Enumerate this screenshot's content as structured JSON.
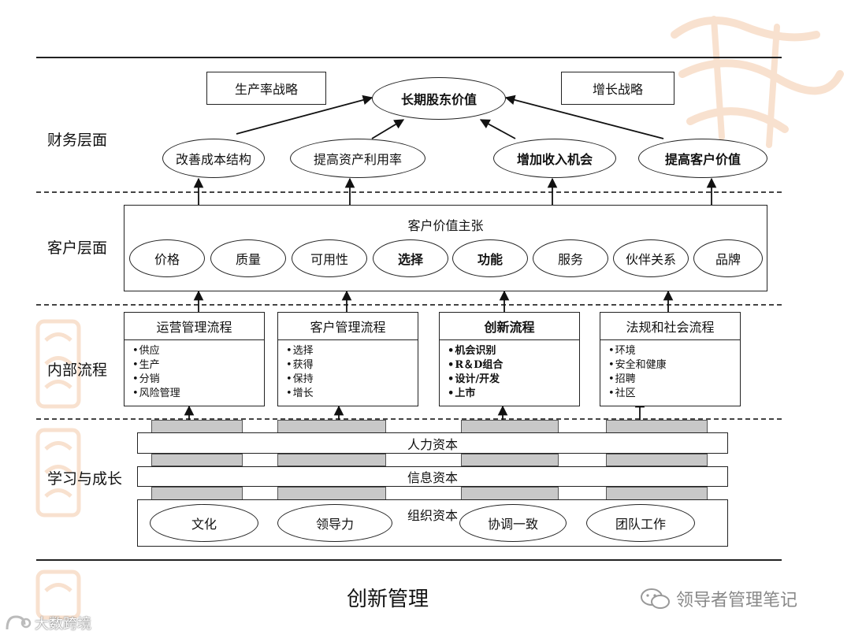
{
  "layers": {
    "financial": "财务层面",
    "customer": "客户层面",
    "internal": "内部流程",
    "learning": "学习与成长"
  },
  "financial": {
    "productivity_strategy": "生产率战略",
    "growth_strategy": "增长战略",
    "top_goal": "长期股东价值",
    "items": [
      "改善成本结构",
      "提高资产利用率",
      "增加收入机会",
      "提高客户价值"
    ]
  },
  "customer": {
    "title": "客户价值主张",
    "items": [
      "价格",
      "质量",
      "可用性",
      "选择",
      "功能",
      "服务",
      "伙伴关系",
      "品牌"
    ]
  },
  "internal": {
    "processes": [
      {
        "title": "运营管理流程",
        "items": [
          "供应",
          "生产",
          "分销",
          "风险管理"
        ]
      },
      {
        "title": "客户管理流程",
        "items": [
          "选择",
          "获得",
          "保持",
          "增长"
        ]
      },
      {
        "title": "创新流程",
        "items": [
          "机会识别",
          "R＆D组合",
          "设计/开发",
          "上市"
        ]
      },
      {
        "title": "法规和社会流程",
        "items": [
          "环境",
          "安全和健康",
          "招聘",
          "社区"
        ]
      }
    ]
  },
  "learning": {
    "human_capital": "人力资本",
    "info_capital": "信息资本",
    "org_capital": "组织资本",
    "org_items": [
      "文化",
      "领导力",
      "协调一致",
      "团队工作"
    ]
  },
  "footer": {
    "title": "创新管理",
    "wechat": "领导者管理笔记",
    "source": "大数跨境"
  },
  "colors": {
    "line": "#222222",
    "grey_block": "#c8c8c8",
    "watermark": "#f4c9a8"
  }
}
